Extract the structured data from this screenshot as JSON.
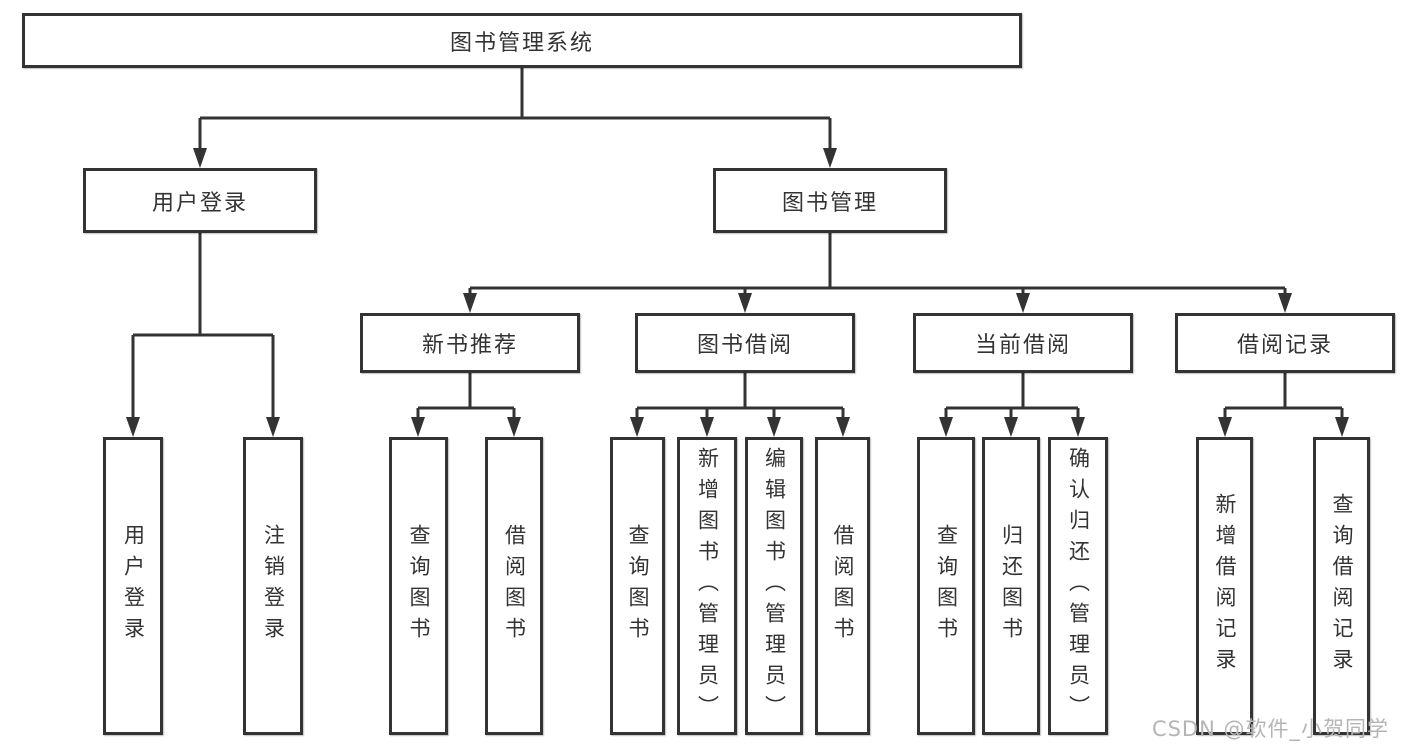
{
  "diagram": {
    "root": {
      "label": "图书管理系统"
    },
    "level2": [
      {
        "label": "用户登录"
      },
      {
        "label": "图书管理"
      }
    ],
    "level3": [
      {
        "label": "新书推荐"
      },
      {
        "label": "图书借阅"
      },
      {
        "label": "当前借阅"
      },
      {
        "label": "借阅记录"
      }
    ],
    "leaves": {
      "user_login": [
        {
          "label": "用户登录"
        },
        {
          "label": "注销登录"
        }
      ],
      "new_book_recommend": [
        {
          "label": "查询图书"
        },
        {
          "label": "借阅图书"
        }
      ],
      "book_borrowing": [
        {
          "label": "查询图书"
        },
        {
          "label": "新增图书（管理员）"
        },
        {
          "label": "编辑图书（管理员）"
        },
        {
          "label": "借阅图书"
        }
      ],
      "current_borrowing": [
        {
          "label": "查询图书"
        },
        {
          "label": "归还图书"
        },
        {
          "label": "确认归还（管理员）"
        }
      ],
      "borrowing_records": [
        {
          "label": "新增借阅记录"
        },
        {
          "label": "查询借阅记录"
        }
      ]
    },
    "watermark": "CSDN @软件_小贺同学",
    "colors": {
      "line": "#333333",
      "box_border": "#333333",
      "text": "#333333",
      "background": "#ffffff",
      "watermark": "#b5b5b5"
    }
  }
}
